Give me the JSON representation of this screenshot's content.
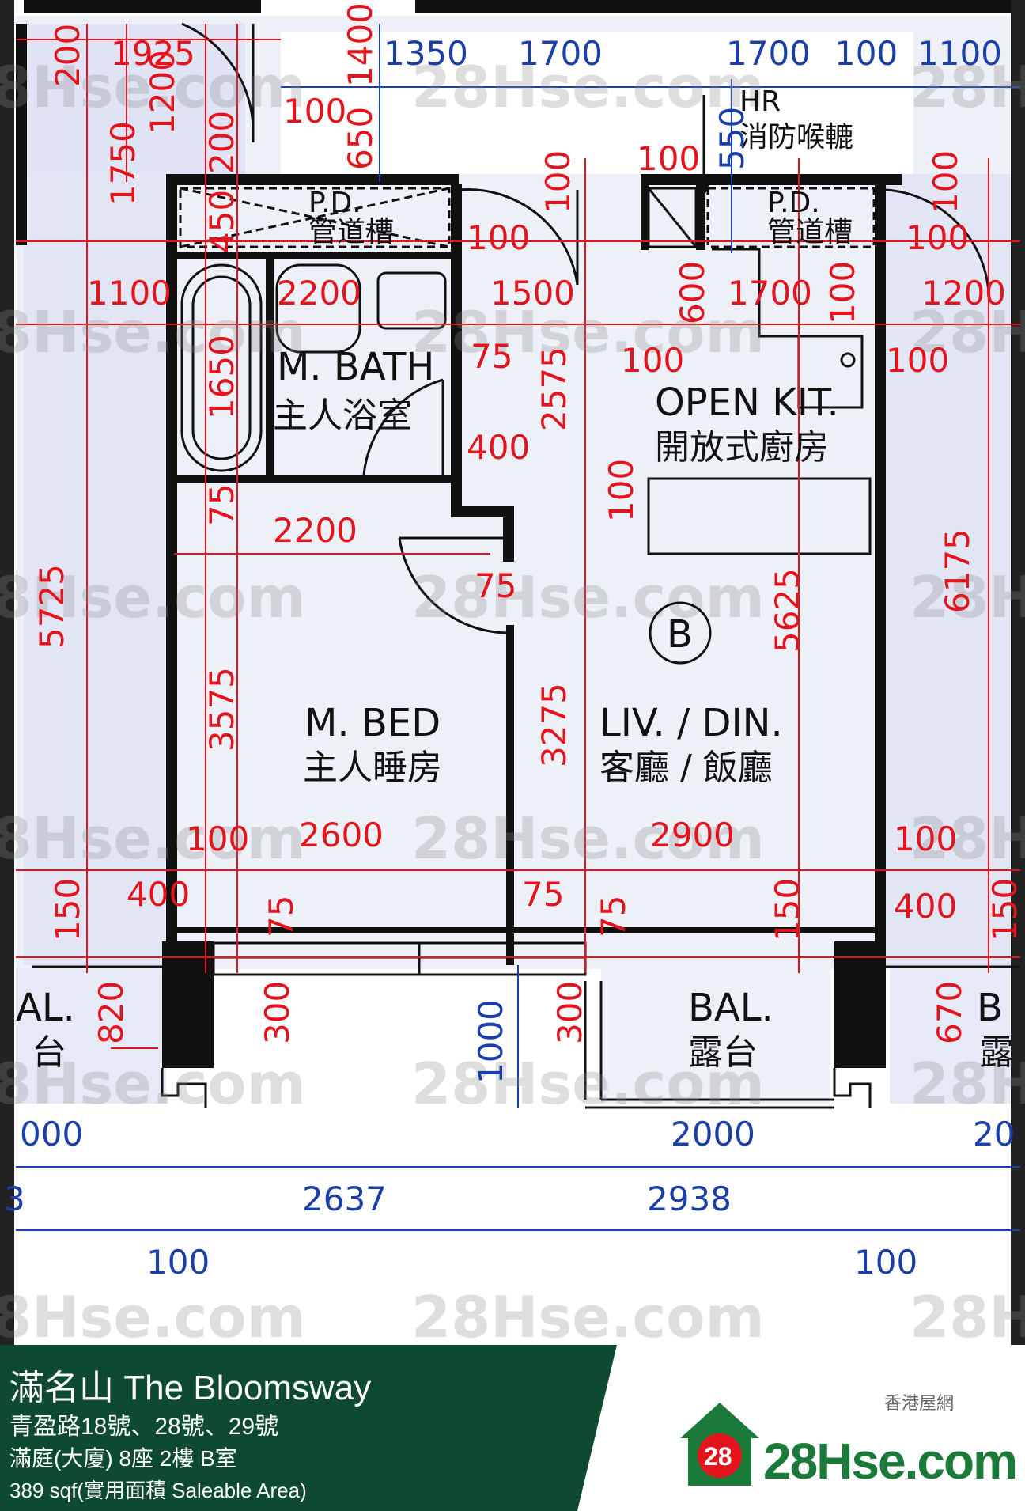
{
  "rooms": {
    "m_bath_en": "M. BATH",
    "m_bath_zh": "主人浴室",
    "open_kit_en": "OPEN KIT.",
    "open_kit_zh": "開放式廚房",
    "m_bed_en": "M. BED",
    "m_bed_zh": "主人睡房",
    "liv_din_en": "LIV. / DIN.",
    "liv_din_zh": "客廳 / 飯廳",
    "bal_en": "BAL.",
    "bal_zh": "露台",
    "bal_left_en": "AL.",
    "bal_left_zh": "台",
    "bal_right_en": "B",
    "bal_right_zh": "露",
    "pd_left": "P.D.",
    "pd_left_zh": "管道槽",
    "pd_right": "P.D.",
    "pd_right_zh": "管道槽",
    "unit_marker": "B"
  },
  "notes": {
    "hr": "HR",
    "hr_zh": "消防喉轆"
  },
  "dimensions_red": {
    "d200a": "200",
    "d1925": "1925",
    "d1400": "1400",
    "d1200v": "1200",
    "d200b": "200",
    "d100a": "100",
    "d650": "650",
    "d1750": "1750",
    "d450": "450",
    "d1100": "1100",
    "d2200a": "2200",
    "d100b": "100",
    "d1500": "1500",
    "d100c": "100",
    "d600": "600",
    "d1700c": "1700",
    "d100d": "100",
    "d1200h": "1200",
    "d100e": "100",
    "d100f": "100",
    "d1650": "1650",
    "d75a": "75",
    "d2575": "2575",
    "d100g": "100",
    "d400a": "400",
    "d75b": "75",
    "d2200b": "2200",
    "d100h": "100",
    "d75c": "75",
    "d5725": "5725",
    "d6175": "6175",
    "d5625": "5625",
    "d3575": "3575",
    "d3275": "3275",
    "d100i": "100",
    "d2600": "2600",
    "d2900": "2900",
    "d100j": "100",
    "d400b": "400",
    "d75d": "75",
    "d75e": "75",
    "d75f": "75",
    "d150a": "150",
    "d150b": "150",
    "d400c": "400",
    "d150c": "150",
    "d820": "820",
    "d300a": "300",
    "d300b": "300",
    "d670": "670",
    "d100k": "100",
    "d100l": "100"
  },
  "dimensions_blue": {
    "b1350": "1350",
    "b1700a": "1700",
    "b1700b": "1700",
    "b100": "100",
    "b1100": "1100",
    "b550": "550",
    "b1000": "1000",
    "b000": "000",
    "b2000": "2000",
    "b20": "20",
    "b3": "3",
    "b2637": "2637",
    "b2938": "2938",
    "b100a": "100",
    "b100b": "100"
  },
  "watermark": {
    "text": "28Hse.com",
    "badge": "28"
  },
  "footer": {
    "title": "滿名山 The Bloomsway",
    "address": "青盈路18號、28號、29號",
    "unit": "滿庭(大廈) 8座 2樓 B室",
    "area": "389 sqf(實用面積 Saleable Area)",
    "brand_zh": "香港屋網",
    "brand_badge": "28",
    "brand_name": "28Hse.com"
  },
  "colors": {
    "dim_red": "#e3141b",
    "dim_blue": "#1b3fa8",
    "footer_green": "#0e4a2f",
    "brand_green": "#1b7a3a"
  }
}
